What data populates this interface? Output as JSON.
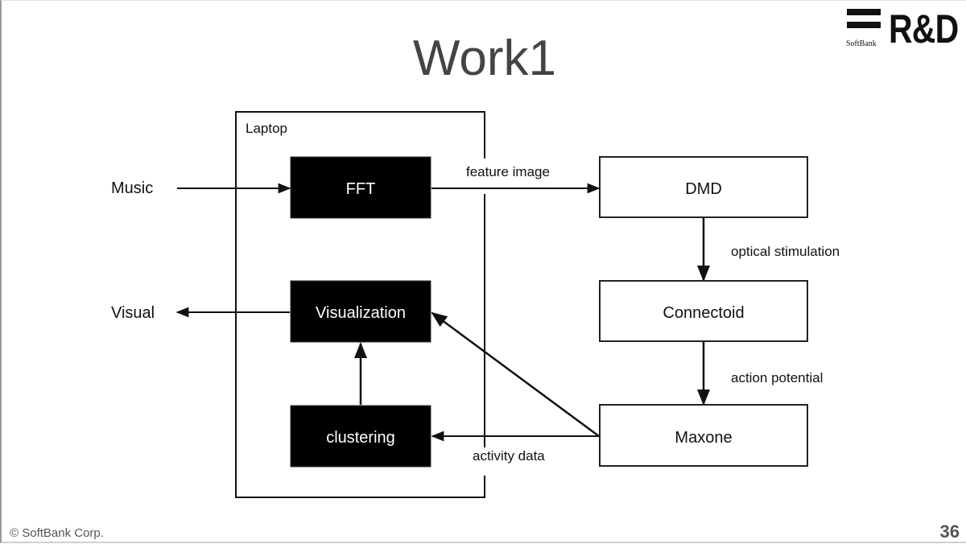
{
  "slide": {
    "title": "Work1",
    "logo": {
      "brand": "SoftBank",
      "division": "R&D"
    },
    "footer": "© SoftBank Corp.",
    "page_number": "36"
  },
  "diagram": {
    "container": {
      "label": "Laptop"
    },
    "inputs": {
      "music": "Music",
      "visual": "Visual"
    },
    "nodes": {
      "fft": "FFT",
      "visualization": "Visualization",
      "clustering": "clustering",
      "dmd": "DMD",
      "connectoid": "Connectoid",
      "maxone": "Maxone"
    },
    "edges": {
      "feature_image": "feature image",
      "optical_stimulation": "optical stimulation",
      "action_potential": "action potential",
      "activity_data": "activity data"
    },
    "colors": {
      "dark_box": "#000000",
      "light_box": "#ffffff",
      "line": "#111111",
      "title": "#444444"
    }
  }
}
